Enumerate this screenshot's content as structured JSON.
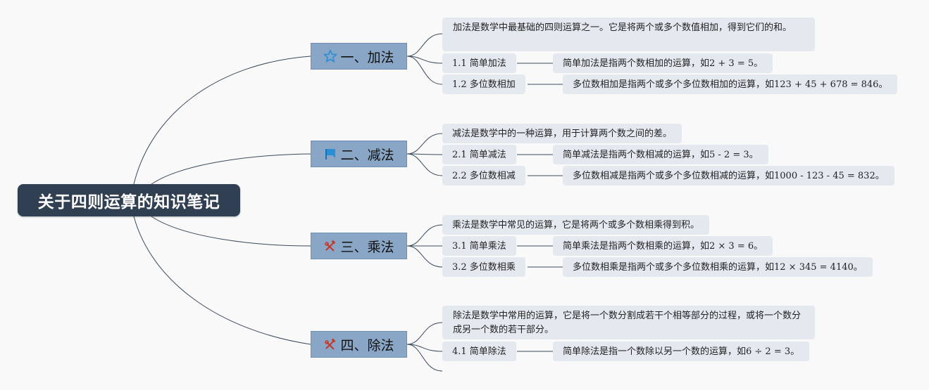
{
  "root": {
    "title": "关于四则运算的知识笔记"
  },
  "topics": [
    {
      "icon": "star-icon",
      "title": "一、加法",
      "summary": "加法是数学中最基础的四则运算之一。它是将两个或多个数值相加，得到它们的和。",
      "subtopics": [
        {
          "label": "1.1 简单加法",
          "detail": "简单加法是指两个数相加的运算，如2 + 3 = 5。"
        },
        {
          "label": "1.2 多位数相加",
          "detail": "多位数相加是指两个或多个多位数相加的运算，如123 + 45 + 678 = 846。"
        }
      ]
    },
    {
      "icon": "flag-icon",
      "title": "二、减法",
      "summary": "减法是数学中的一种运算，用于计算两个数之间的差。",
      "subtopics": [
        {
          "label": "2.1 简单减法",
          "detail": "简单减法是指两个数相减的运算，如5 - 2 = 3。"
        },
        {
          "label": "2.2 多位数相减",
          "detail": "多位数相减是指两个或多个多位数相减的运算，如1000 - 123 - 45 = 832。"
        }
      ]
    },
    {
      "icon": "tools-icon",
      "title": "三、乘法",
      "summary": "乘法是数学中常见的运算，它是将两个或多个数相乘得到积。",
      "subtopics": [
        {
          "label": "3.1 简单乘法",
          "detail": "简单乘法是指两个数相乘的运算，如2 × 3 = 6。"
        },
        {
          "label": "3.2 多位数相乘",
          "detail": "多位数相乘是指两个或多个多位数相乘的运算，如12 × 345 = 4140。"
        }
      ]
    },
    {
      "icon": "tools-icon",
      "title": "四、除法",
      "summary": "除法是数学中常用的运算，它是将一个数分割成若干个相等部分的过程，或将一个数分成另一个数的若干部分。",
      "subtopics": [
        {
          "label": "4.1 简单除法",
          "detail": "简单除法是指一个数除以另一个数的运算，如6 ÷ 2 = 3。"
        }
      ]
    }
  ],
  "colors": {
    "root_bg": "#303f52",
    "topic_bg": "#8aa6c7",
    "note_bg": "#e4e8ef",
    "line": "#3a4a5c",
    "star": "#2a8fd6",
    "flag": "#2a8fd6",
    "tools": "#c0392b"
  }
}
